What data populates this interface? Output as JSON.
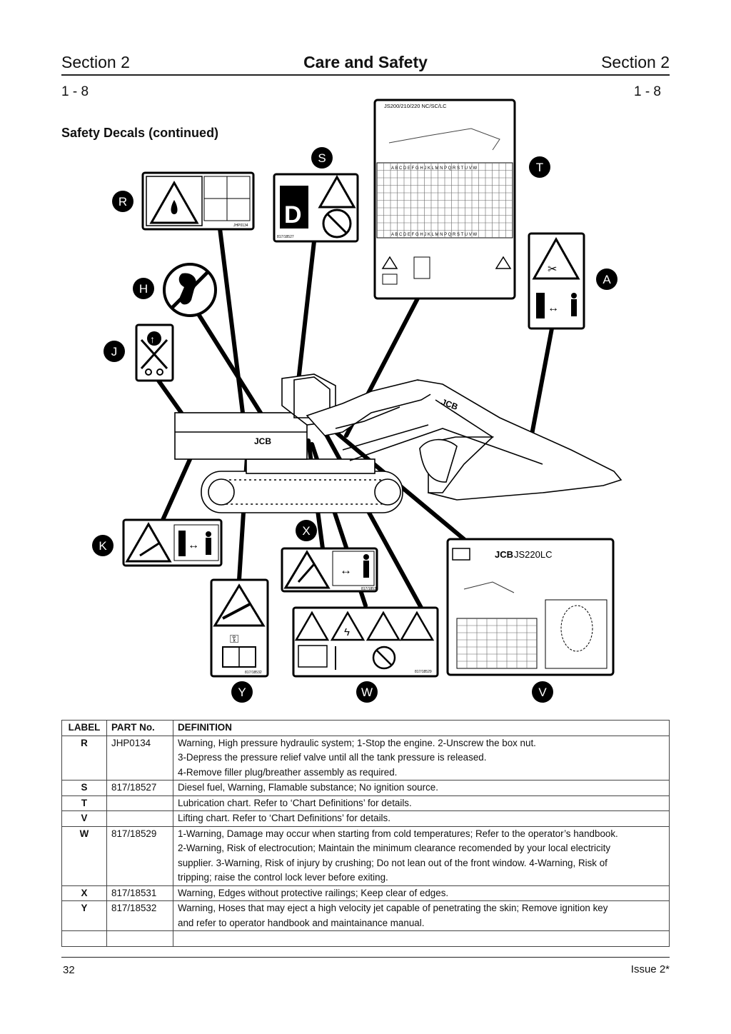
{
  "header": {
    "left": "Section  2",
    "center": "Care  and  Safety",
    "right": "Section  2"
  },
  "page_ref": {
    "left": "1 - 8",
    "right": "1 - 8"
  },
  "subtitle": "Safety Decals (continued)",
  "figure": {
    "callouts": [
      "S",
      "T",
      "R",
      "A",
      "H",
      "J",
      "K",
      "X",
      "Y",
      "W",
      "V"
    ],
    "decal_T_title": "JS200/210/220 NC/SC/LC",
    "decal_T_row_letters": "A B C D E F G H J K L M N P Q R S T U V W",
    "decal_V_title": "JS220LC",
    "part_numbers": {
      "R": "JHP0134",
      "S": "817/18527",
      "X": "817/18531",
      "Y": "817/18532",
      "W": "817/18529"
    },
    "machine_logo": "JCB"
  },
  "table": {
    "headers": [
      "LABEL",
      "PART No.",
      "DEFINITION"
    ],
    "rows": [
      {
        "label": "R",
        "part": "JHP0134",
        "lines": [
          "Warning, High pressure hydraulic system; 1-Stop the engine. 2-Unscrew the box nut.",
          "3-Depress the pressure relief valve until all the tank pressure is released.",
          "4-Remove filler plug/breather assembly as required."
        ]
      },
      {
        "label": "S",
        "part": "817/18527",
        "lines": [
          "Diesel fuel, Warning, Flamable substance; No ignition source."
        ]
      },
      {
        "label": "T",
        "part": "",
        "lines": [
          "Lubrication chart. Refer to ‘Chart Definitions’ for details."
        ]
      },
      {
        "label": "V",
        "part": "",
        "lines": [
          "Lifting chart. Refer to ‘Chart Definitions’ for details."
        ]
      },
      {
        "label": "W",
        "part": "817/18529",
        "lines": [
          "1-Warning, Damage may occur when starting from cold temperatures; Refer to the operator’s handbook.",
          "2-Warning, Risk of electrocution; Maintain the minimum clearance recomended by your local  electricity",
          "supplier. 3-Warning, Risk of injury by crushing; Do not lean out of the front window. 4-Warning, Risk of",
          "tripping; raise the control lock lever before exiting."
        ]
      },
      {
        "label": "X",
        "part": "817/18531",
        "lines": [
          "Warning, Edges without protective railings; Keep clear of edges."
        ]
      },
      {
        "label": "Y",
        "part": "817/18532",
        "lines": [
          "Warning, Hoses that may eject a high velocity jet capable of penetrating the skin; Remove ignition key",
          "and refer to operator handbook and maintainance manual."
        ]
      }
    ]
  },
  "footer": {
    "page": "32",
    "issue": "Issue 2*"
  }
}
